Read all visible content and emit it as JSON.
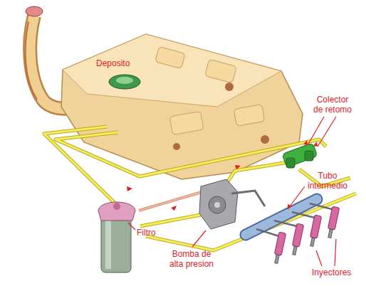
{
  "diagram": {
    "labels": [
      "Deposito",
      "Colector de retomo",
      "Tubo intermedio",
      "Filtro",
      "Bomba de alta presion",
      "Inyectores"
    ]
  }
}
